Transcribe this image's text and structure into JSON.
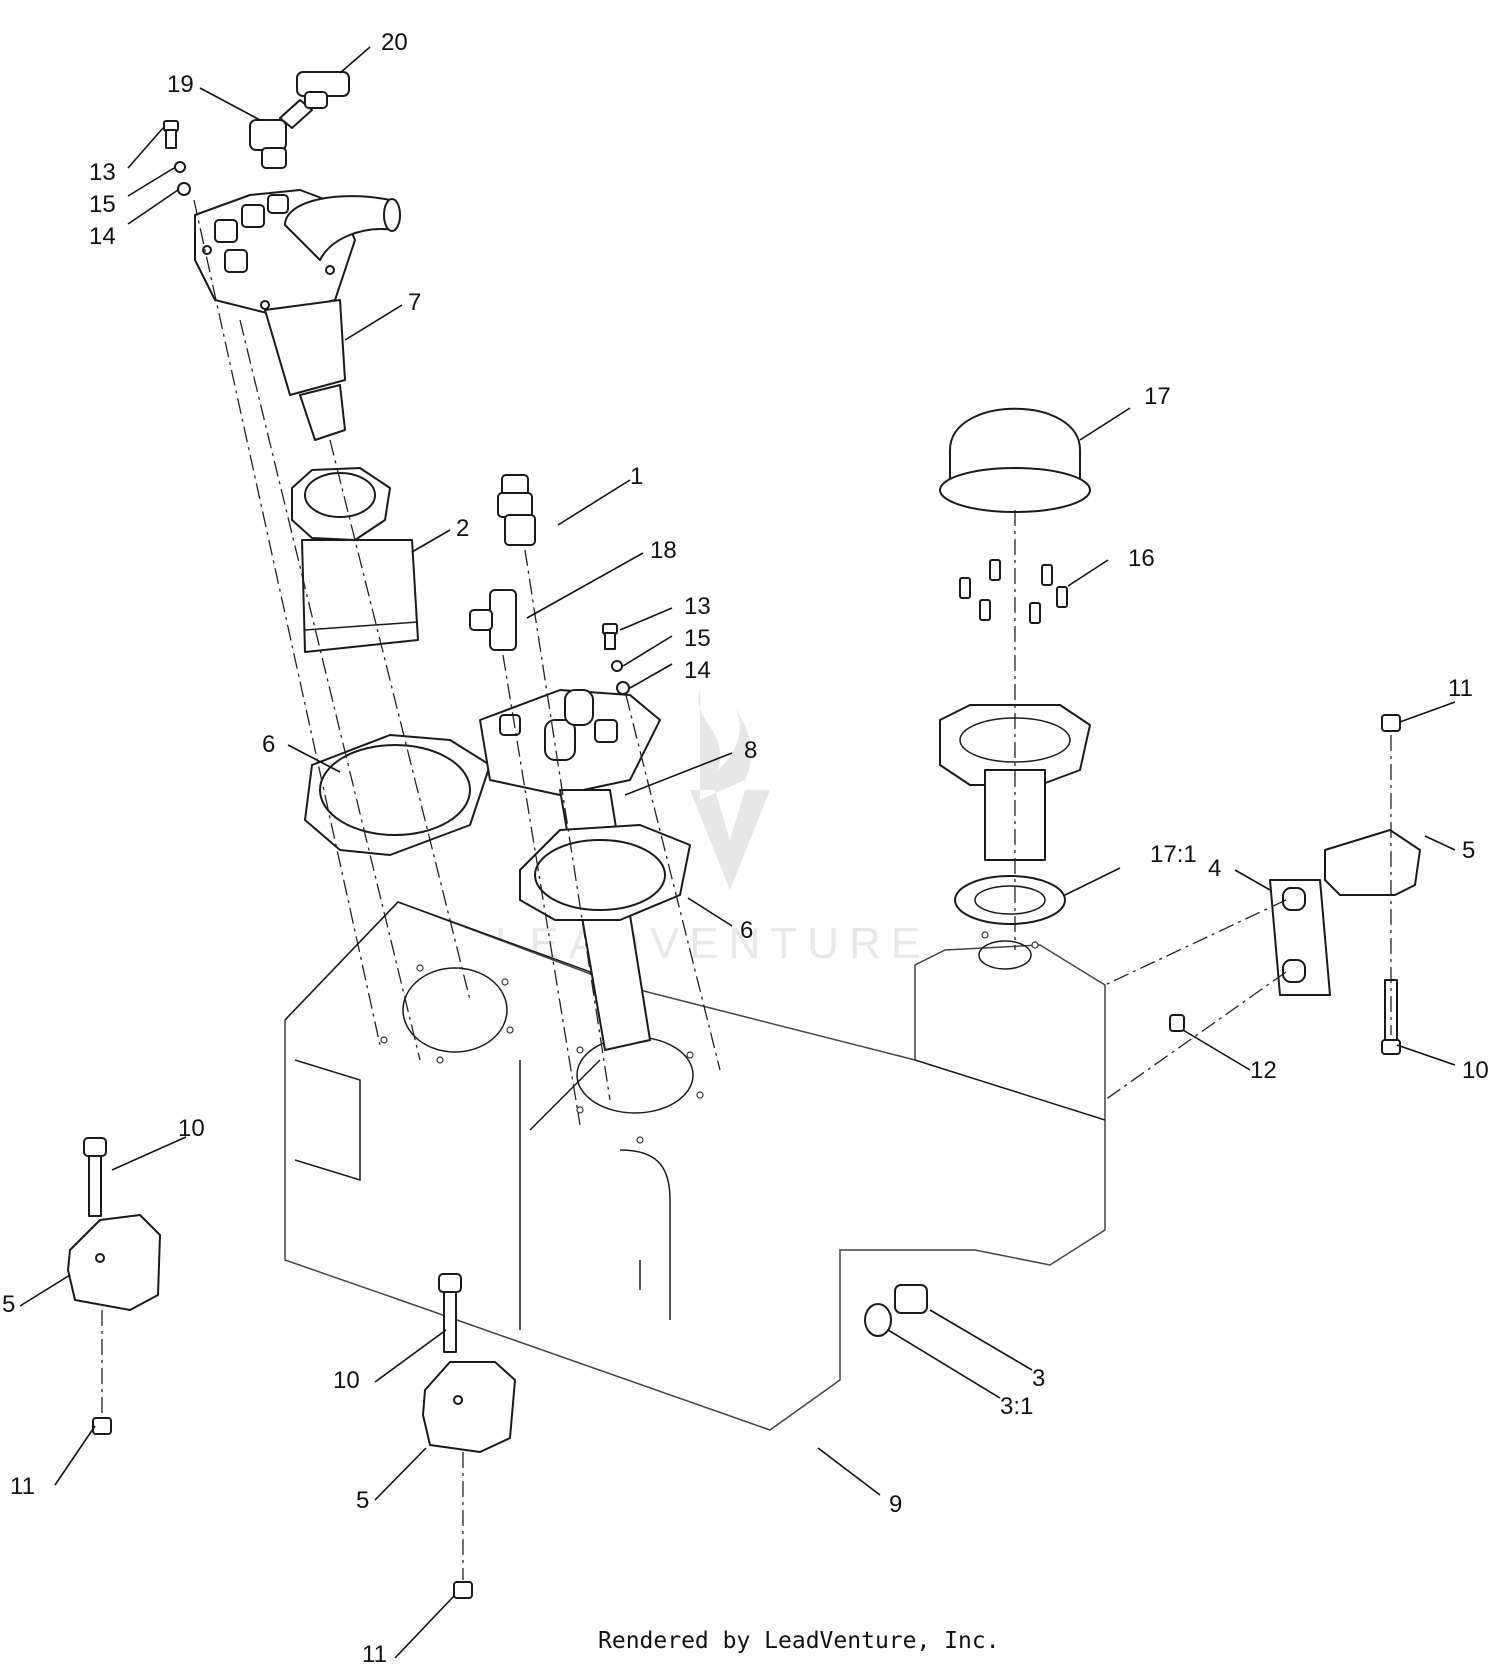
{
  "diagram": {
    "callouts": {
      "c1": "1",
      "c2": "2",
      "c3": "3",
      "c3_1": "3:1",
      "c4": "4",
      "c5a": "5",
      "c5b": "5",
      "c5c": "5",
      "c6a": "6",
      "c6b": "6",
      "c7": "7",
      "c8": "8",
      "c9": "9",
      "c10a": "10",
      "c10b": "10",
      "c10c": "10",
      "c11a": "11",
      "c11b": "11",
      "c11c": "11",
      "c12": "12",
      "c13a": "13",
      "c13b": "13",
      "c14a": "14",
      "c14b": "14",
      "c15a": "15",
      "c15b": "15",
      "c16": "16",
      "c17": "17",
      "c17_1": "17:1",
      "c18": "18",
      "c19": "19",
      "c20": "20"
    },
    "watermark": {
      "text": "LEADVENTURE",
      "color": "#e8e8e8",
      "icon": "flame-v-logo-icon"
    },
    "footer": "Rendered by LeadVenture, Inc."
  }
}
